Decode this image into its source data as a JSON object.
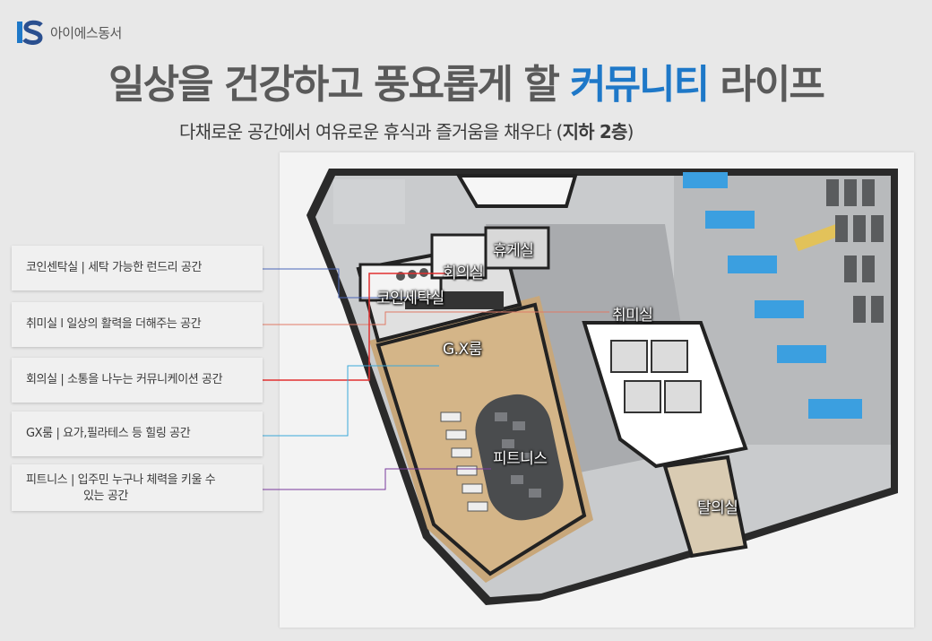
{
  "brand": {
    "name": "아이에스동서"
  },
  "headline": {
    "prefix": "일상을 건강하고 풍요롭게 할 ",
    "accent": "커뮤니티",
    "suffix": " 라이프"
  },
  "subheadline": {
    "text": "다채로운 공간에서 여유로운 휴식과 즐거움을 채우다 (",
    "bold": "지하 2층",
    "close": ")"
  },
  "colors": {
    "accent": "#1e78c8",
    "line_coin": "#4a66b8",
    "line_hobby": "#e07a66",
    "line_meeting": "#e23030",
    "line_gx": "#3aa8d8",
    "line_fitness": "#7a3a9e"
  },
  "legend": [
    {
      "label": "코인센탁실  |  세탁 가능한 런드리 공간"
    },
    {
      "label": "취미실 l 일상의 활력을 더해주는 공간"
    },
    {
      "label": "회의실  |  소통을 나누는 커뮤니케이션 공간"
    },
    {
      "label": "GX룸  |  요가,필라테스 등 힐링 공간"
    },
    {
      "label_line1": "피트니스  |  입주민 누구나 체력을 키울 수",
      "label_line2": "있는 공간"
    }
  ],
  "map_labels": {
    "rest": "휴게실",
    "meeting": "회의실",
    "coin": "코인세탁실",
    "hobby": "취미실",
    "gx": "G.X룸",
    "fitness": "피트니스",
    "locker": "탈의실"
  }
}
